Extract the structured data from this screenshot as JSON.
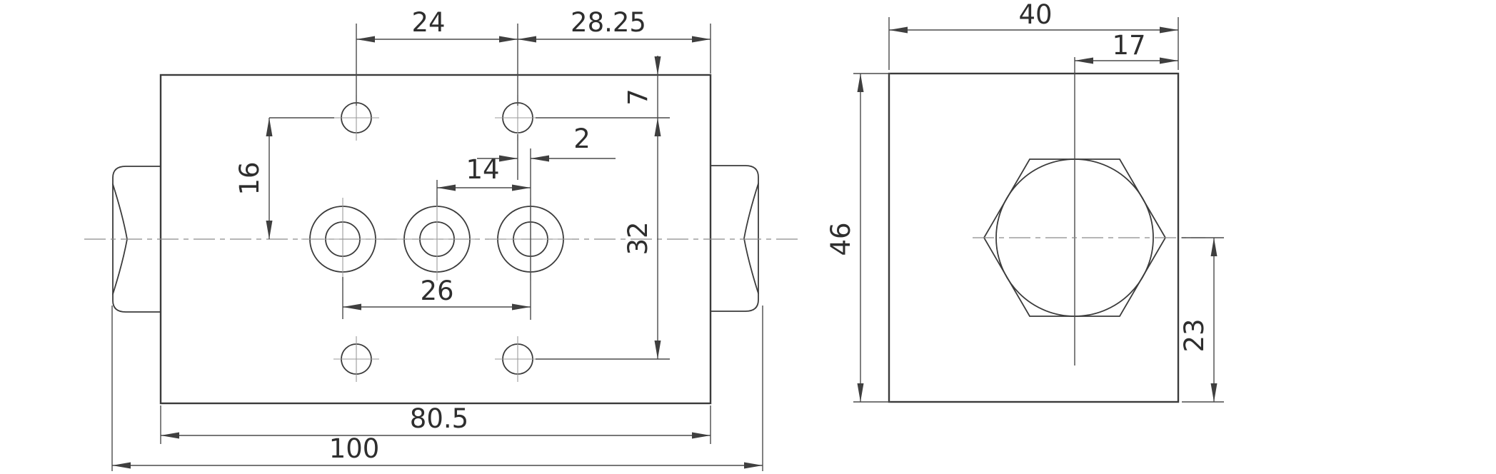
{
  "drawing": {
    "type": "engineering-two-view-dimension-drawing",
    "background": "#ffffff",
    "line_color": "#3b3b3b",
    "front_view": {
      "features": [
        "body-plate",
        "left-hex-plug",
        "right-hex-plug",
        "three-ported-holes",
        "four-mounting-holes",
        "horizontal-centerline"
      ],
      "dimensions": {
        "top_hole_spacing": "24",
        "top_hole_to_right_edge": "28.25",
        "top_hole_from_top_edge": "7",
        "hole_center_offset": "2",
        "port_pitch": "14",
        "upper_hole_to_centerline": "16",
        "hole_rows_span": "32",
        "outer_port_pitch": "26",
        "mount_width": "80.5",
        "overall_length": "100"
      }
    },
    "side_view": {
      "features": [
        "square-body",
        "hex-plug-with-inscribed-circle",
        "centerlines"
      ],
      "dimensions": {
        "body_width": "40",
        "hex_center_to_right_edge": "17",
        "body_height": "46",
        "centerline_to_bottom": "23"
      }
    }
  }
}
